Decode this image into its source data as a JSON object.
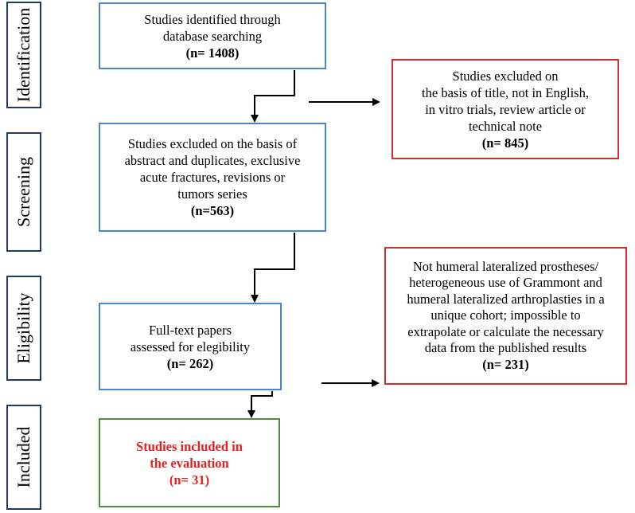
{
  "stages": {
    "identification": "Identification",
    "screening": "Screening",
    "eligibility": "Eligibility",
    "included": "Included"
  },
  "boxes": {
    "identified": {
      "lines": [
        "Studies identified through",
        "database searching"
      ],
      "count": "(n= 1408)"
    },
    "excluded_title": {
      "lines": [
        "Studies excluded on",
        "the basis of title, not in English,",
        "in vitro trials, review article or",
        "technical note"
      ],
      "count": "(n= 845)"
    },
    "excluded_abstract": {
      "lines": [
        "Studies excluded on the basis of",
        "abstract and duplicates, exclusive",
        "acute fractures, revisions or",
        "tumors series"
      ],
      "count": "(n=563)"
    },
    "fulltext": {
      "lines": [
        "Full-text papers",
        "assessed for elegibility"
      ],
      "count": "(n= 262)"
    },
    "excluded_fulltext": {
      "lines": [
        "Not humeral lateralized prostheses/",
        "heterogeneous use of Grammont and",
        "humeral lateralized arthroplasties in a",
        "unique cohort; impossible to",
        "extrapolate or calculate the necessary",
        "data from the published results"
      ],
      "count": "(n= 231)"
    },
    "included": {
      "lines": [
        "Studies included in",
        "the evaluation"
      ],
      "count": "(n= 31)"
    }
  },
  "colors": {
    "stage_border": "#1f3a5f",
    "flow_border": "#4a86c8",
    "exclusion_border": "#d42d2d",
    "included_border": "#4f8f3a",
    "included_text": "#e62020"
  }
}
